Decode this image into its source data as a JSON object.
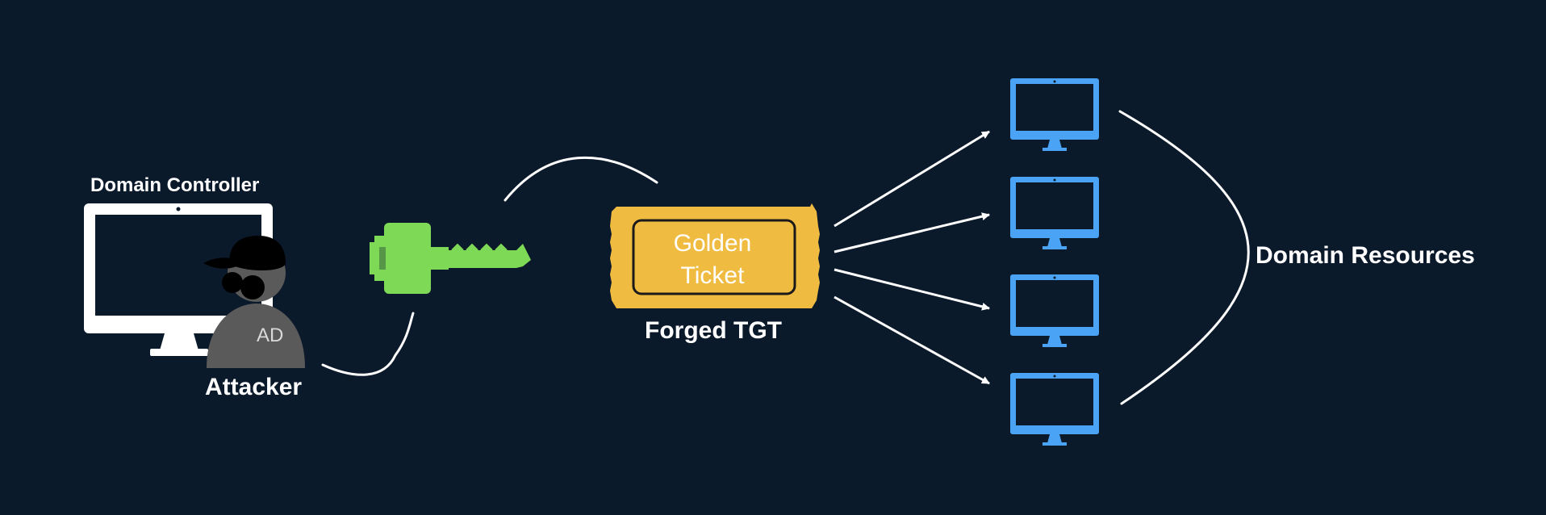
{
  "labels": {
    "domain_controller": "Domain Controller",
    "attacker": "Attacker",
    "ad_badge": "AD",
    "ticket_line1": "Golden",
    "ticket_line2": "Ticket",
    "forged_tgt": "Forged TGT",
    "domain_resources": "Domain Resources"
  },
  "colors": {
    "background": "#0b1a2b",
    "key": "#7ed957",
    "ticket": "#f0bb41",
    "monitor": "#4aa3f5",
    "attacker": "#5a5a5a",
    "line": "#ffffff"
  },
  "icons": [
    "monitor-icon",
    "attacker-icon",
    "key-icon",
    "ticket-icon"
  ]
}
